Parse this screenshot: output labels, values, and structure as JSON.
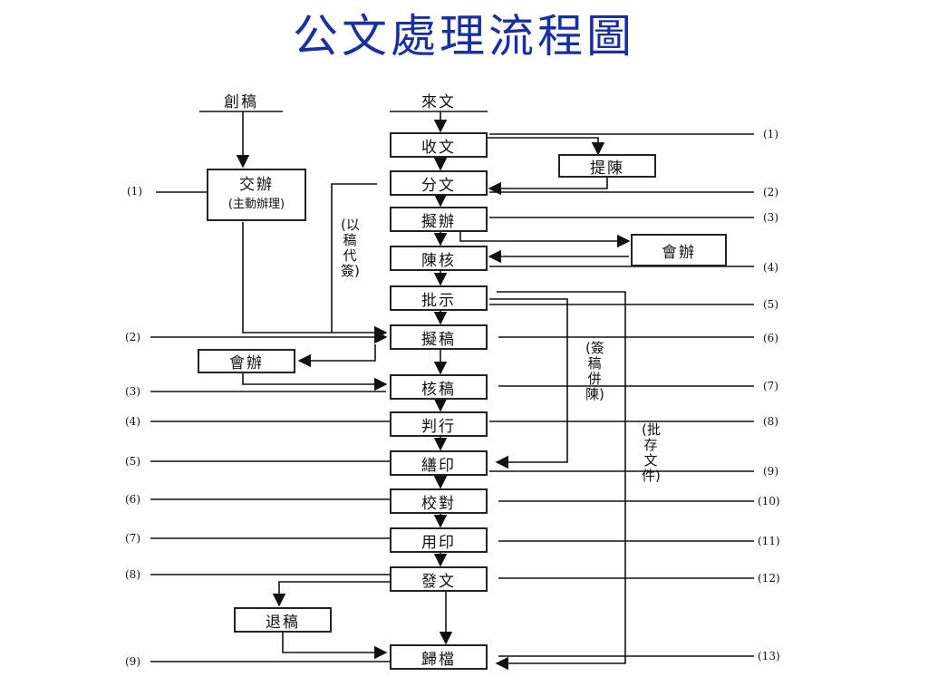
{
  "title": "公文處理流程圖",
  "headers": {
    "create": "創稿",
    "incoming": "來文"
  },
  "boxes": {
    "receive": "收文",
    "brief": "提陳",
    "distribute": "分文",
    "draft_handle": "擬辦",
    "cosign_a": "會辦",
    "review": "陳核",
    "instruct": "批示",
    "draft": "擬稿",
    "cosign_b": "會辦",
    "check_draft": "核稿",
    "approve": "判行",
    "print": "繕印",
    "proofread": "校對",
    "seal": "用印",
    "dispatch": "發文",
    "return_draft": "退稿",
    "archive": "歸檔",
    "assign_main": "交辦",
    "assign_main_sub": "(主動辦理)"
  },
  "vertical_notes": {
    "draft_as_sign": "(以\n稿\n代\n簽)",
    "sign_draft": "(簽\n稿\n併\n陳)",
    "archive_doc": "(批\n存\n文\n件)"
  },
  "right_labels": [
    "(1)",
    "(2)",
    "(3)",
    "(4)",
    "(5)",
    "(6)",
    "(7)",
    "(8)",
    "(9)",
    "(10)",
    "(11)",
    "(12)",
    "(13)"
  ],
  "left_labels": [
    "(1)",
    "(2)",
    "(3)",
    "(4)",
    "(5)",
    "(6)",
    "(7)",
    "(8)",
    "(9)"
  ]
}
